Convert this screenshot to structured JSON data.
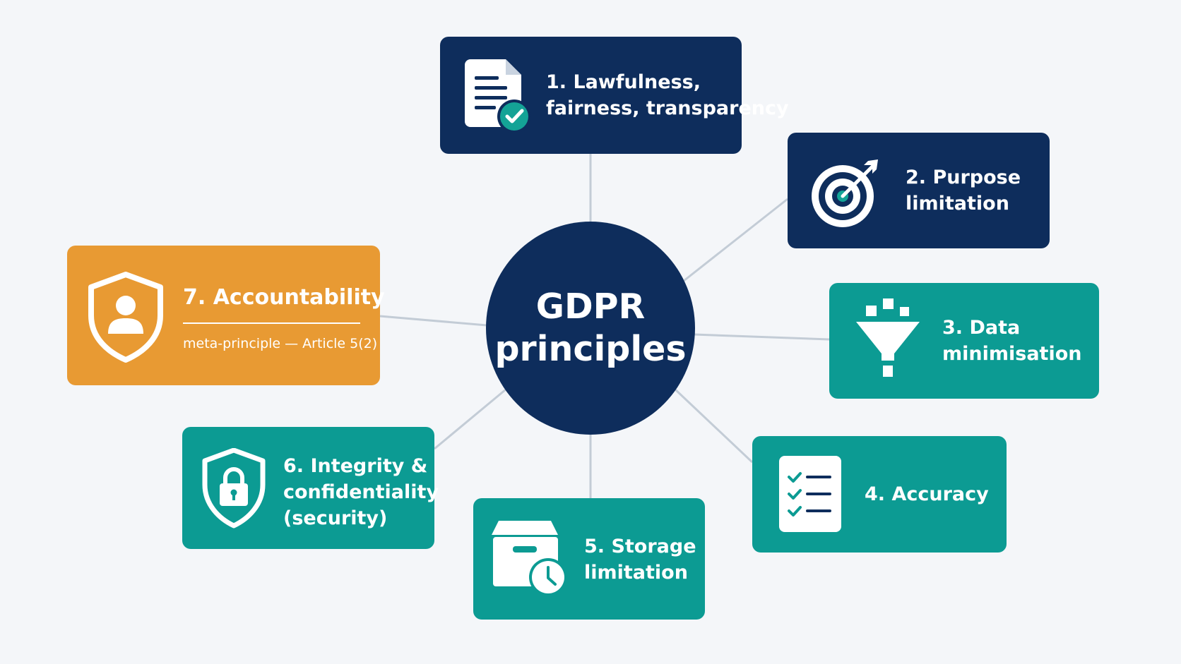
{
  "diagram": {
    "hub": {
      "line1": "GDPR",
      "line2": "principles"
    },
    "colors": {
      "background": "#f4f6f9",
      "navy": "#0e2d5c",
      "teal": "#0c9b93",
      "orange": "#e89a33",
      "connector": "#c3ccd6"
    },
    "principles": [
      {
        "number": 1,
        "lines": [
          "1. Lawfulness,",
          "fairness, transparency"
        ],
        "icon": "document-check-icon",
        "color": "navy"
      },
      {
        "number": 2,
        "lines": [
          "2. Purpose",
          "limitation"
        ],
        "icon": "target-arrow-icon",
        "color": "navy"
      },
      {
        "number": 3,
        "lines": [
          "3. Data",
          "minimisation"
        ],
        "icon": "funnel-icon",
        "color": "teal"
      },
      {
        "number": 4,
        "lines": [
          "4. Accuracy"
        ],
        "icon": "checklist-icon",
        "color": "teal"
      },
      {
        "number": 5,
        "lines": [
          "5. Storage",
          "limitation"
        ],
        "icon": "archive-clock-icon",
        "color": "teal"
      },
      {
        "number": 6,
        "lines": [
          "6. Integrity &",
          "confidentiality",
          "(security)"
        ],
        "icon": "shield-lock-icon",
        "color": "teal"
      },
      {
        "number": 7,
        "lines": [
          "7. Accountability"
        ],
        "subtitle": "meta-principle — Article 5(2)",
        "icon": "shield-user-icon",
        "color": "orange"
      }
    ]
  }
}
